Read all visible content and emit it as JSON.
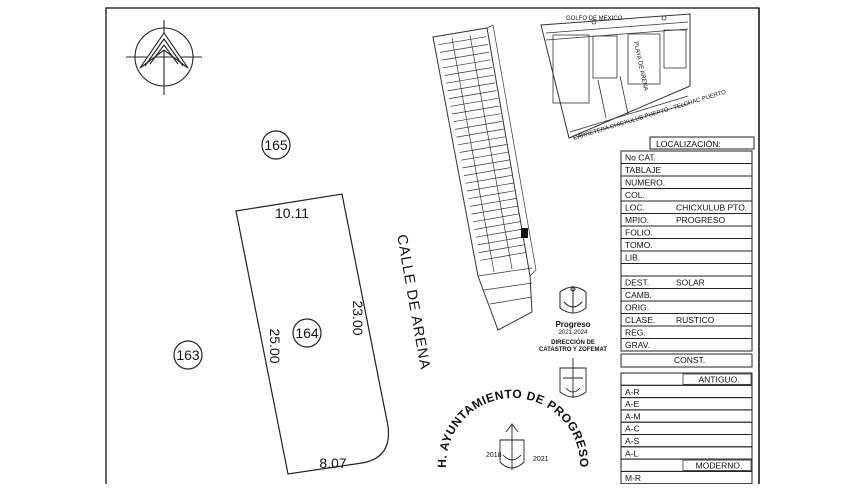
{
  "lots": {
    "north": "165",
    "center": "164",
    "west": "163"
  },
  "dimensions": {
    "top": "10.11",
    "right": "23.00",
    "left": "25.00",
    "bottom": "8.07"
  },
  "street": "CALLE DE ARENA",
  "key_map": {
    "sea": "GOLFO DE MEXICO",
    "road": "CARRETERA CHICXULUB PUERTO - TELCHAC PUERTO",
    "vertical": "PLAYA DE ARENA"
  },
  "localizacion": {
    "title": "LOCALIZACIÓN:",
    "rows": [
      {
        "label": "No CAT.",
        "value": ""
      },
      {
        "label": "TABLAJE",
        "value": ""
      },
      {
        "label": "NUMERO.",
        "value": ""
      },
      {
        "label": "COL.",
        "value": ""
      },
      {
        "label": "LOC.",
        "value": "CHICXULUB PTO."
      },
      {
        "label": "MPIO.",
        "value": "PROGRESO"
      },
      {
        "label": "FOLIO.",
        "value": ""
      },
      {
        "label": "TOMO.",
        "value": ""
      },
      {
        "label": "LIB.",
        "value": ""
      },
      {
        "label": "",
        "value": ""
      },
      {
        "label": "DEST.",
        "value": "SOLAR"
      },
      {
        "label": "CAMB.",
        "value": ""
      },
      {
        "label": "ORIG.",
        "value": ""
      },
      {
        "label": "CLASE.",
        "value": "RUSTICO"
      },
      {
        "label": "REG.",
        "value": ""
      },
      {
        "label": "GRAV.",
        "value": ""
      }
    ]
  },
  "const": {
    "title": "CONST.",
    "antiguo": "ANTIGUO.",
    "antiguo_rows": [
      "A-R",
      "A-E",
      "A-M",
      "A-C",
      "A-S",
      "A-L"
    ],
    "moderno": "MODERNO.",
    "moderno_rows": [
      "M-R"
    ]
  },
  "seal": {
    "brand": "Progreso",
    "period": "2021-2024",
    "dept_line1": "DIRECCIÓN DE",
    "dept_line2": "CATASTRO Y ZOFEMAT"
  },
  "stamp": {
    "ring": "H. AYUNTAMIENTO DE PROGRESO",
    "year_left": "2018",
    "year_right": "2021"
  }
}
